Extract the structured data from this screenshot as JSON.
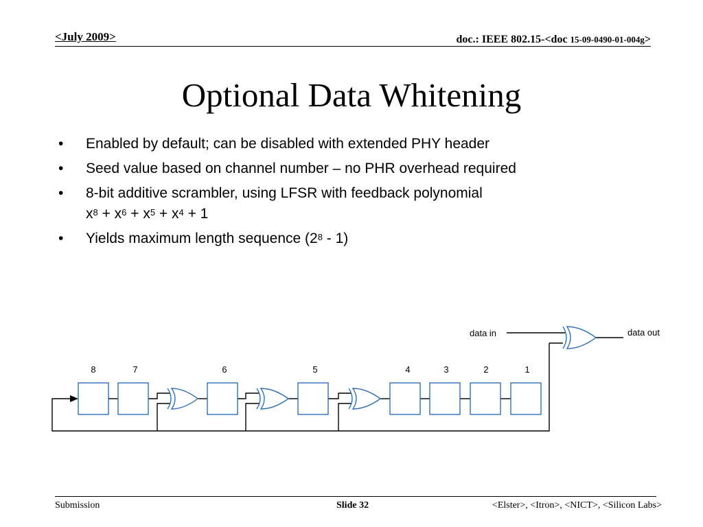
{
  "header": {
    "date": "<July 2009>",
    "doc_prefix": "doc.: IEEE 802.15-<doc ",
    "doc_number": "15-09-0490-01-004g",
    "doc_suffix": ">"
  },
  "title": "Optional Data Whitening",
  "bullets": [
    {
      "text": "Enabled by default; can be disabled with extended PHY header"
    },
    {
      "text": "Seed value based on channel number – no PHR overhead required"
    },
    {
      "line1": "8-bit additive scrambler, using LFSR with feedback polynomial",
      "poly": [
        {
          "base": "x",
          "exp": "8",
          "tail": " + "
        },
        {
          "base": "x",
          "exp": "6",
          "tail": " + "
        },
        {
          "base": "x",
          "exp": "5",
          "tail": " + "
        },
        {
          "base": "x",
          "exp": "4",
          "tail": " + 1"
        }
      ]
    },
    {
      "pre": "Yields maximum length sequence (2",
      "exp": "8",
      "post": " - 1)"
    }
  ],
  "bullet_symbol": "•",
  "diagram": {
    "stroke_color": "#000000",
    "register_color": "#2e6fb7",
    "data_in": "data in",
    "data_out": "data out",
    "register_labels": [
      "8",
      "7",
      "6",
      "5",
      "4",
      "3",
      "2",
      "1"
    ]
  },
  "footer": {
    "left": "Submission",
    "center": "Slide 32",
    "right": "<Elster>, <Itron>, <NICT>, <Silicon Labs>"
  }
}
